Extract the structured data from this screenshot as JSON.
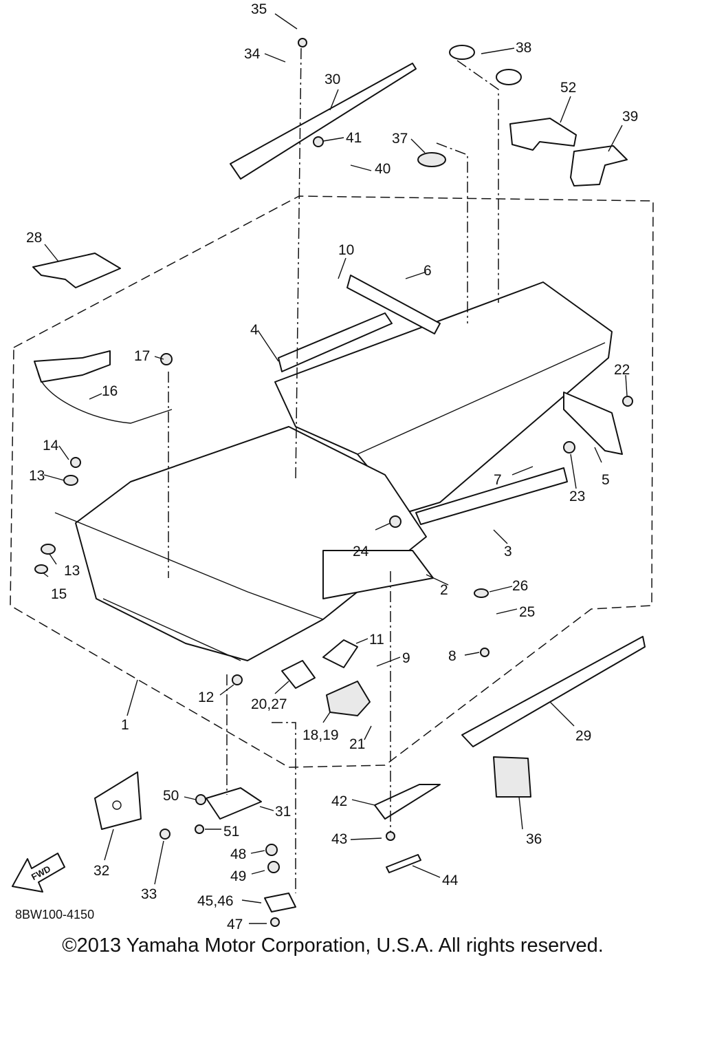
{
  "diagram": {
    "drawing_code": "8BW100-4150",
    "copyright": "©2013 Yamaha Motor Corporation, U.S.A. All rights reserved.",
    "fwd_badge": "FWD",
    "callouts": [
      "35",
      "34",
      "30",
      "38",
      "52",
      "39",
      "41",
      "37",
      "40",
      "28",
      "10",
      "6",
      "4",
      "17",
      "16",
      "14",
      "13",
      "22",
      "7",
      "5",
      "23",
      "3",
      "24",
      "2",
      "26",
      "25",
      "15",
      "8",
      "11",
      "9",
      "12",
      "20,27",
      "18,19",
      "21",
      "29",
      "1",
      "50",
      "31",
      "42",
      "36",
      "32",
      "33",
      "51",
      "43",
      "48",
      "49",
      "44",
      "45,46",
      "47"
    ]
  }
}
